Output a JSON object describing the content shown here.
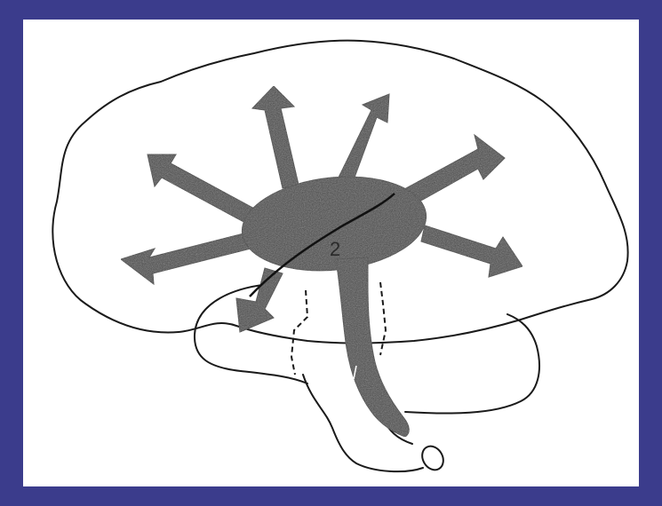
{
  "figure": {
    "label": "2",
    "colors": {
      "frame": "#3b3c8c",
      "background": "#ffffff",
      "fill": "#4a4a4a",
      "stroke": "#1a1a1a"
    },
    "radiating_arrows": [
      "left-lower",
      "left-upper",
      "upper-left",
      "upper-right",
      "right-upper",
      "right-lower",
      "lower-left"
    ]
  }
}
